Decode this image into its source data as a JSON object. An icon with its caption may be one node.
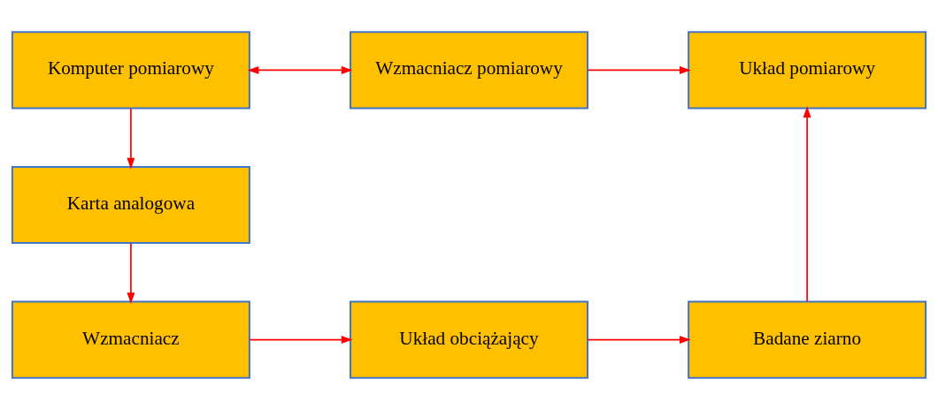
{
  "diagram": {
    "nodes": [
      {
        "text": [
          "Komputer pomiarowy"
        ]
      },
      {
        "text": [
          "Wzmacniacz pomiarowy"
        ]
      },
      {
        "text": [
          "Układ pomiarowy"
        ]
      },
      {
        "text": [
          "Karta analogowa"
        ]
      },
      {
        "text": [
          "Wzmacniacz"
        ]
      },
      {
        "text": [
          "Układ obciążający"
        ]
      },
      {
        "text": [
          "Badane ziarno"
        ]
      }
    ],
    "edges": [
      {
        "from": 0,
        "to": 1,
        "arrow": "both"
      },
      {
        "from": 1,
        "to": 2,
        "arrow": "to"
      },
      {
        "from": 0,
        "to": 3,
        "arrow": "to"
      },
      {
        "from": 3,
        "to": 4,
        "arrow": "to"
      },
      {
        "from": 4,
        "to": 5,
        "arrow": "to"
      },
      {
        "from": 5,
        "to": 6,
        "arrow": "to"
      },
      {
        "from": 6,
        "to": 2,
        "arrow": "to"
      }
    ]
  }
}
